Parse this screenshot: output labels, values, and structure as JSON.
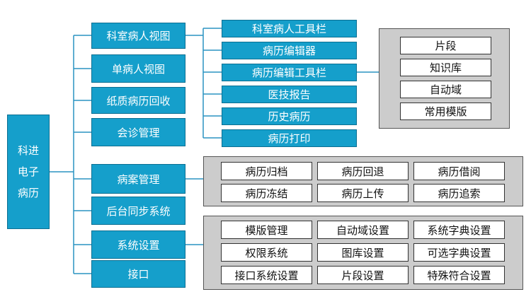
{
  "root": {
    "lines": [
      "科进",
      "电子",
      "病历"
    ]
  },
  "modules": [
    "科室病人视图",
    "单病人视图",
    "纸质病历回收",
    "会诊管理",
    "病案管理",
    "后台同步系统",
    "系统设置",
    "接口"
  ],
  "view_items": [
    "科室病人工具栏",
    "病历编辑器",
    "病历编辑工具栏",
    "医技报告",
    "历史病历",
    "病历打印"
  ],
  "toolbar_items": [
    "片段",
    "知识库",
    "自动域",
    "常用模版"
  ],
  "record_items": [
    "病历归档",
    "病历回退",
    "病历借阅",
    "病历冻结",
    "病历上传",
    "病历追索"
  ],
  "settings_items": [
    "模版管理",
    "自动域设置",
    "系统字典设置",
    "权限系统",
    "图库设置",
    "可选字典设置",
    "接口系统设置",
    "片段设置",
    "特殊符合设置"
  ],
  "colors": {
    "node_fill": "#159fcb",
    "node_border": "#0b6f92",
    "panel_fill": "#cccccc",
    "line": "#2a93c2"
  }
}
